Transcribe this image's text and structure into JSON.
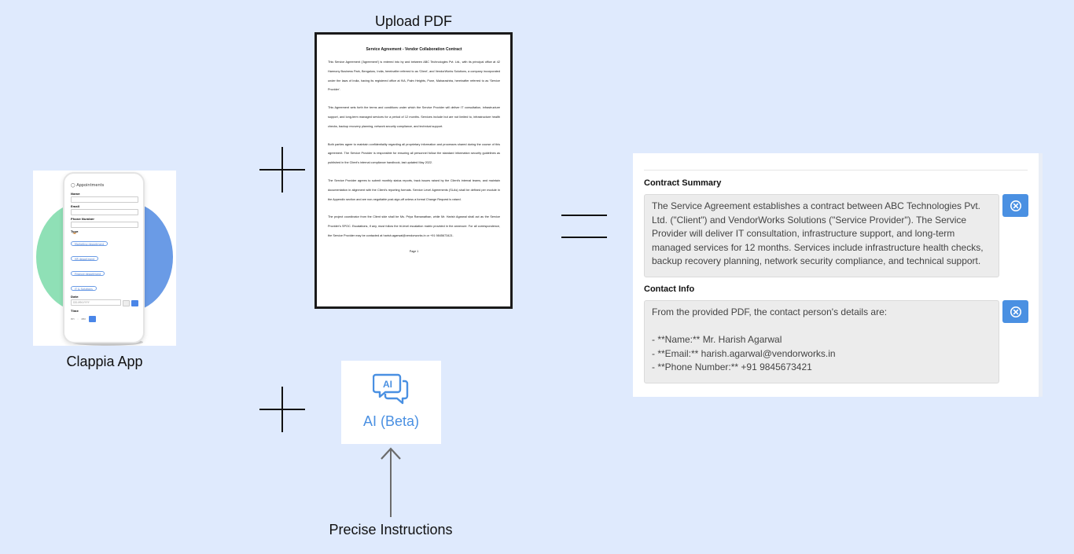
{
  "app": {
    "caption": "Clappia App",
    "screen_title": "Appointments",
    "fields": [
      "Name",
      "Email",
      "Phone Number",
      "Type",
      "Date",
      "Time"
    ],
    "type_options": [
      "Marketing department",
      "HR department",
      "Finance department",
      "IT & Solutions"
    ],
    "date_placeholder": "DD-MM-YYYY",
    "time_hh": "HH",
    "time_mm": "MM"
  },
  "pdf": {
    "caption": "Upload PDF",
    "title": "Service Agreement - Vendor Collaboration Contract",
    "paragraphs": [
      "This Service Agreement ('Agreement') is entered into by and between ABC Technologies Pvt. Ltd., with its principal office at 42 Harmony Business Park, Bengaluru, India, hereinafter referred to as 'Client', and VendorWorks Solutions, a company incorporated under the laws of India, having its registered office at 9/A, Palm Heights, Pune, Maharashtra, hereinafter referred to as 'Service Provider'.",
      "This Agreement sets forth the terms and conditions under which the Service Provider will deliver IT consultation, infrastructure support, and long-term managed services for a period of 12 months. Services include but are not limited to, infrastructure health checks, backup recovery planning, network security compliance, and technical support.",
      "Both parties agree to maintain confidentiality regarding all proprietary information and processes shared during the course of this agreement. The Service Provider is responsible for ensuring all personnel follow the standard information security guidelines as published in the Client's internal compliance handbook, last updated May 2022.",
      "The Service Provider agrees to submit monthly status reports, track issues raised by the Client's internal teams, and maintain documentation in alignment with the Client's reporting formats. Service Level Agreements (SLAs) shall be defined per module in the Appendix section and are non-negotiable post-sign-off unless a formal Change Request is raised.",
      "The project coordinator from the Client side shall be Ms. Priya Ramanathan, while Mr. Harish Agarwal shall act as the Service Provider's SPOC. Escalations, if any, must follow the tri-level escalation matrix provided in the annexure. For all correspondence, the Service Provider may be contacted at harish.agarwal@vendorworks.in or +91 9845673421."
    ],
    "page_label": "Page 1"
  },
  "ai": {
    "label": "AI (Beta)",
    "instructions_caption": "Precise Instructions"
  },
  "result": {
    "contract_summary": {
      "title": "Contract Summary",
      "lines": [
        "The Service Agreement establishes a contract between ABC Technologies Pvt.",
        "Ltd. (\"Client\") and VendorWorks Solutions (\"Service Provider\"). The Service",
        "Provider will deliver IT consultation, infrastructure support, and long-term",
        "managed services for 12 months. Services include infrastructure health checks,",
        "backup recovery planning, network security compliance, and technical support."
      ]
    },
    "contact_info": {
      "title": "Contact Info",
      "lines": [
        "From the provided PDF, the contact person's details are:",
        "",
        "- **Name:** Mr. Harish Agarwal",
        "- **Email:** harish.agarwal@vendorworks.in",
        "- **Phone Number:** +91 9845673421"
      ]
    }
  },
  "colors": {
    "background": "#dfeafd",
    "accent": "#4a90e2",
    "result_box": "#ececec"
  }
}
